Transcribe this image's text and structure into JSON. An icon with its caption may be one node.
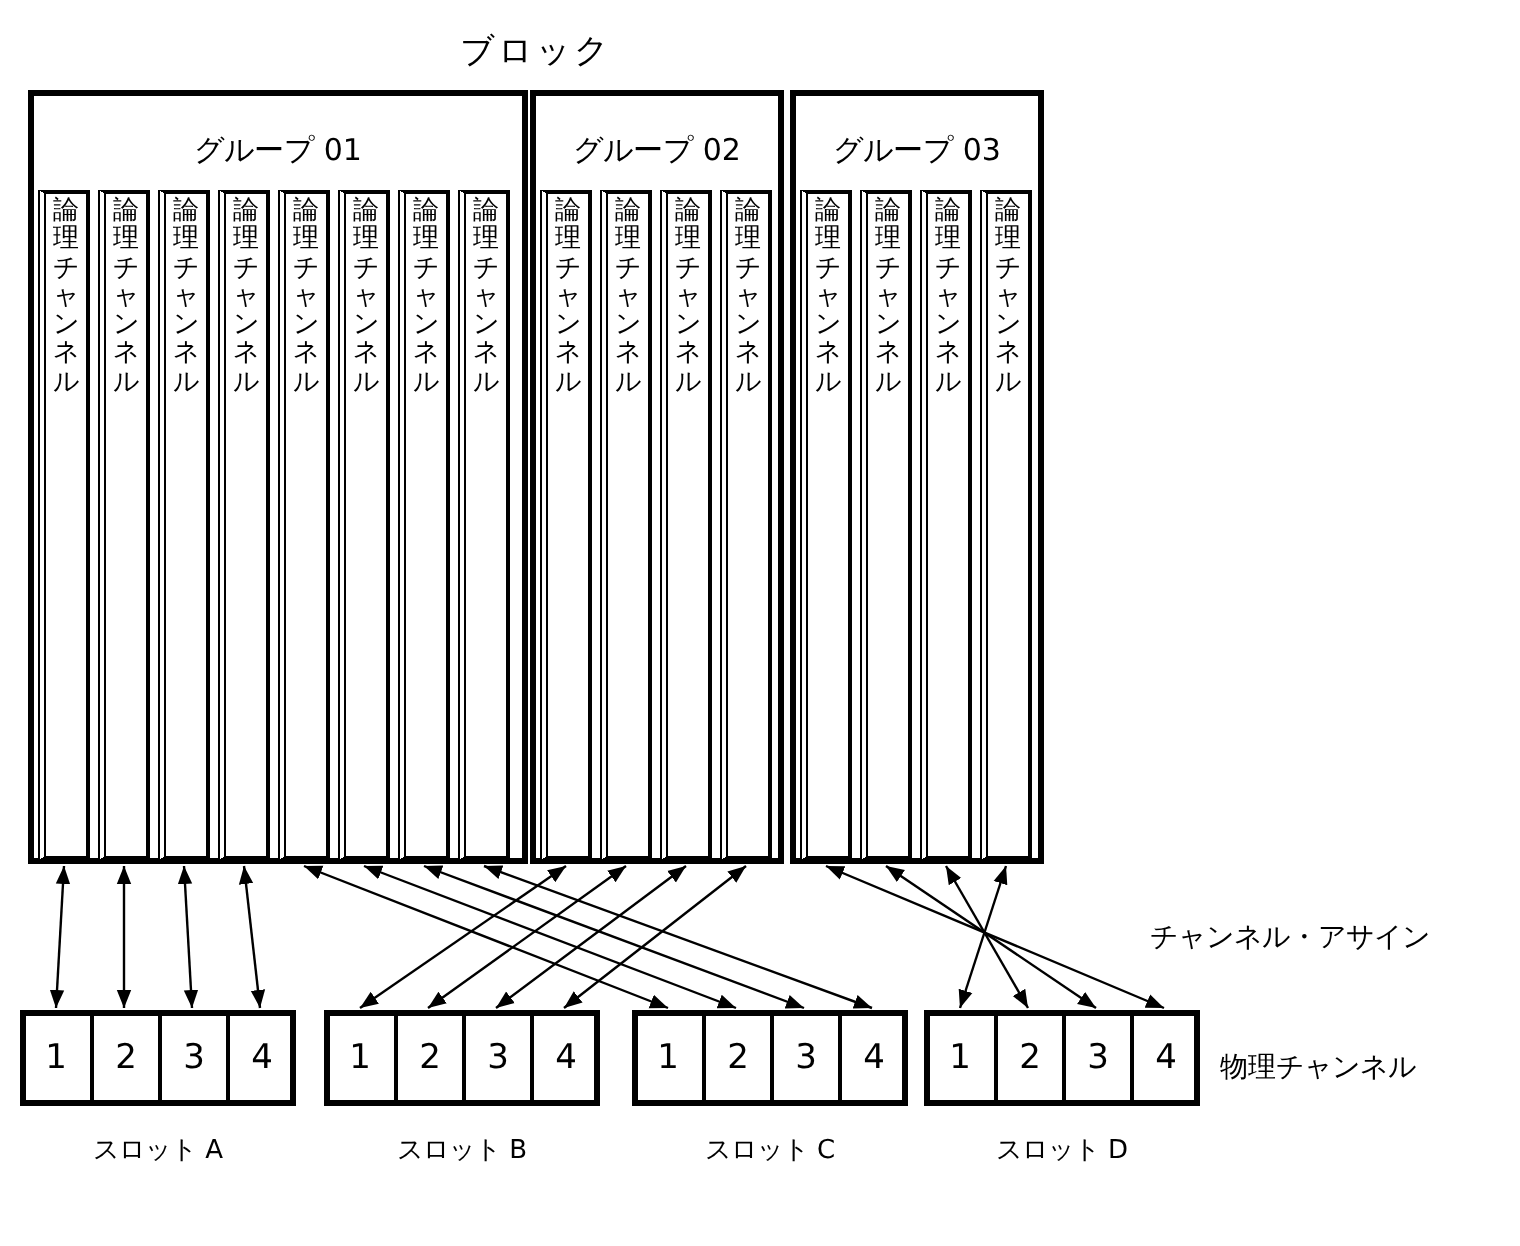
{
  "diagram": {
    "title": "ブロック",
    "nodes": [
      {
        "text": [
          "グループ 01"
        ]
      },
      {
        "text": [
          "論理チャンネル"
        ],
        "in": 0
      },
      {
        "text": [
          "論理チャンネル"
        ],
        "in": 0
      },
      {
        "text": [
          "論理チャンネル"
        ],
        "in": 0
      },
      {
        "text": [
          "論理チャンネル"
        ],
        "in": 0
      },
      {
        "text": [
          "論理チャンネル"
        ],
        "in": 0
      },
      {
        "text": [
          "論理チャンネル"
        ],
        "in": 0
      },
      {
        "text": [
          "論理チャンネル"
        ],
        "in": 0
      },
      {
        "text": [
          "論理チャンネル"
        ],
        "in": 0
      },
      {
        "text": [
          "グループ 02"
        ]
      },
      {
        "text": [
          "論理チャンネル"
        ],
        "in": 9
      },
      {
        "text": [
          "論理チャンネル"
        ],
        "in": 9
      },
      {
        "text": [
          "論理チャンネル"
        ],
        "in": 9
      },
      {
        "text": [
          "論理チャンネル"
        ],
        "in": 9
      },
      {
        "text": [
          "グループ 03"
        ]
      },
      {
        "text": [
          "論理チャンネル"
        ],
        "in": 14
      },
      {
        "text": [
          "論理チャンネル"
        ],
        "in": 14
      },
      {
        "text": [
          "論理チャンネル"
        ],
        "in": 14
      },
      {
        "text": [
          "論理チャンネル"
        ],
        "in": 14
      },
      {
        "text": [],
        "shape": "box",
        "beside": [
          "スロット A"
        ]
      },
      {
        "text": [
          "1"
        ],
        "in": 19
      },
      {
        "text": [
          "2"
        ],
        "in": 19
      },
      {
        "text": [
          "3"
        ],
        "in": 19
      },
      {
        "text": [
          "4"
        ],
        "in": 19
      },
      {
        "text": [],
        "shape": "box",
        "beside": [
          "スロット B"
        ]
      },
      {
        "text": [
          "1"
        ],
        "in": 24
      },
      {
        "text": [
          "2"
        ],
        "in": 24
      },
      {
        "text": [
          "3"
        ],
        "in": 24
      },
      {
        "text": [
          "4"
        ],
        "in": 24
      },
      {
        "text": [],
        "shape": "box",
        "beside": [
          "スロット C"
        ]
      },
      {
        "text": [
          "1"
        ],
        "in": 29
      },
      {
        "text": [
          "2"
        ],
        "in": 29
      },
      {
        "text": [
          "3"
        ],
        "in": 29
      },
      {
        "text": [
          "4"
        ],
        "in": 29
      },
      {
        "text": [],
        "shape": "box",
        "beside": [
          "スロット D"
        ]
      },
      {
        "text": [
          "1"
        ],
        "in": 34
      },
      {
        "text": [
          "2"
        ],
        "in": 34
      },
      {
        "text": [
          "3"
        ],
        "in": 34
      },
      {
        "text": [
          "4"
        ],
        "in": 34
      }
    ],
    "edges": [
      {
        "from": 1,
        "to": 20,
        "arrow": "both"
      },
      {
        "from": 2,
        "to": 21,
        "arrow": "both"
      },
      {
        "from": 3,
        "to": 22,
        "arrow": "both"
      },
      {
        "from": 4,
        "to": 23,
        "arrow": "both"
      },
      {
        "from": 5,
        "to": 30,
        "arrow": "both"
      },
      {
        "from": 6,
        "to": 31,
        "arrow": "both"
      },
      {
        "from": 7,
        "to": 32,
        "arrow": "both"
      },
      {
        "from": 8,
        "to": 33,
        "arrow": "both"
      },
      {
        "from": 10,
        "to": 25,
        "arrow": "both"
      },
      {
        "from": 11,
        "to": 26,
        "arrow": "both"
      },
      {
        "from": 12,
        "to": 27,
        "arrow": "both"
      },
      {
        "from": 13,
        "to": 28,
        "arrow": "both"
      },
      {
        "from": 15,
        "to": 38,
        "arrow": "both"
      },
      {
        "from": 16,
        "to": 37,
        "arrow": "both"
      },
      {
        "from": 17,
        "to": 36,
        "arrow": "both"
      },
      {
        "from": 18,
        "to": 35,
        "arrow": "both"
      }
    ],
    "labels": [
      "チャンネル・アサイン",
      "物理チャンネル"
    ]
  }
}
